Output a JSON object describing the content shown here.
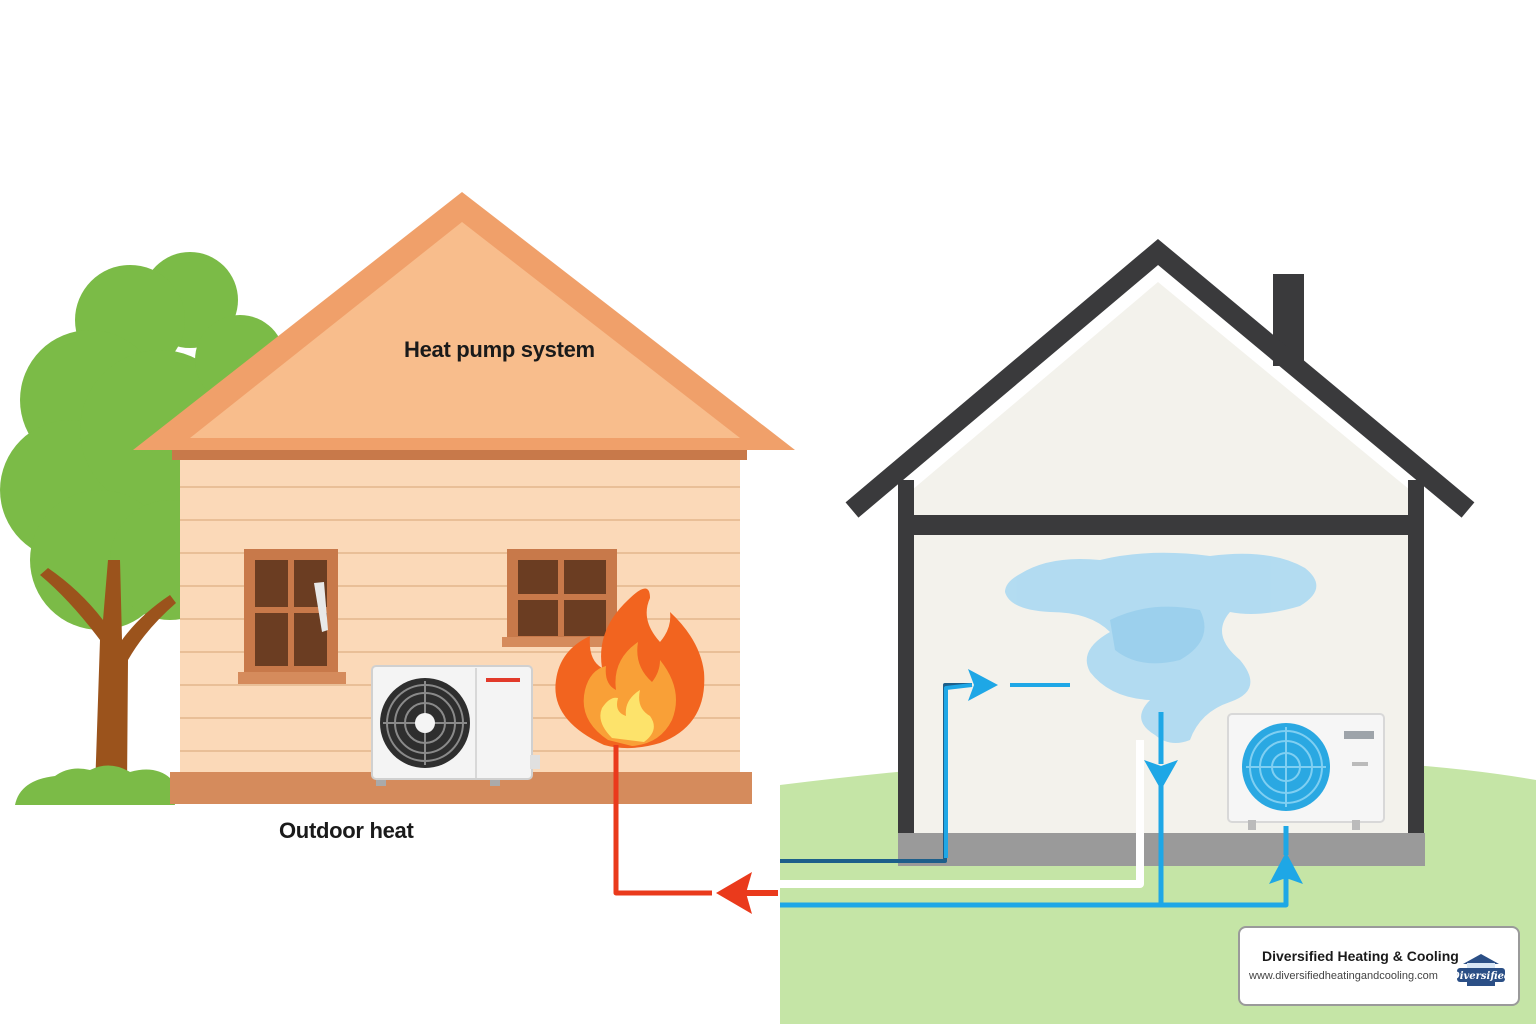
{
  "diagram": {
    "roof_label": "Heat pump system",
    "ground_label": "Outdoor heat"
  },
  "brand": {
    "name": "Diversified Heating & Cooling",
    "url": "www.diversifiedheatingandcooling.com",
    "logo_text": "Diversified"
  },
  "colors": {
    "roof_orange": "#f0a06a",
    "wall_peach": "#fbd9b8",
    "flame_orange": "#f2641f",
    "hot_line_red": "#ea3a1c",
    "cold_line_blue": "#1ea7e6",
    "house_outline_dark": "#3a3a3c",
    "lawn_green": "#c5e5a6",
    "tree_green": "#7bbb47"
  },
  "icons": [
    "tree-icon",
    "fan-icon",
    "flame-icon",
    "air-cloud-icon",
    "arrow-left-icon",
    "arrow-right-icon",
    "arrow-down-icon",
    "arrow-up-icon"
  ]
}
